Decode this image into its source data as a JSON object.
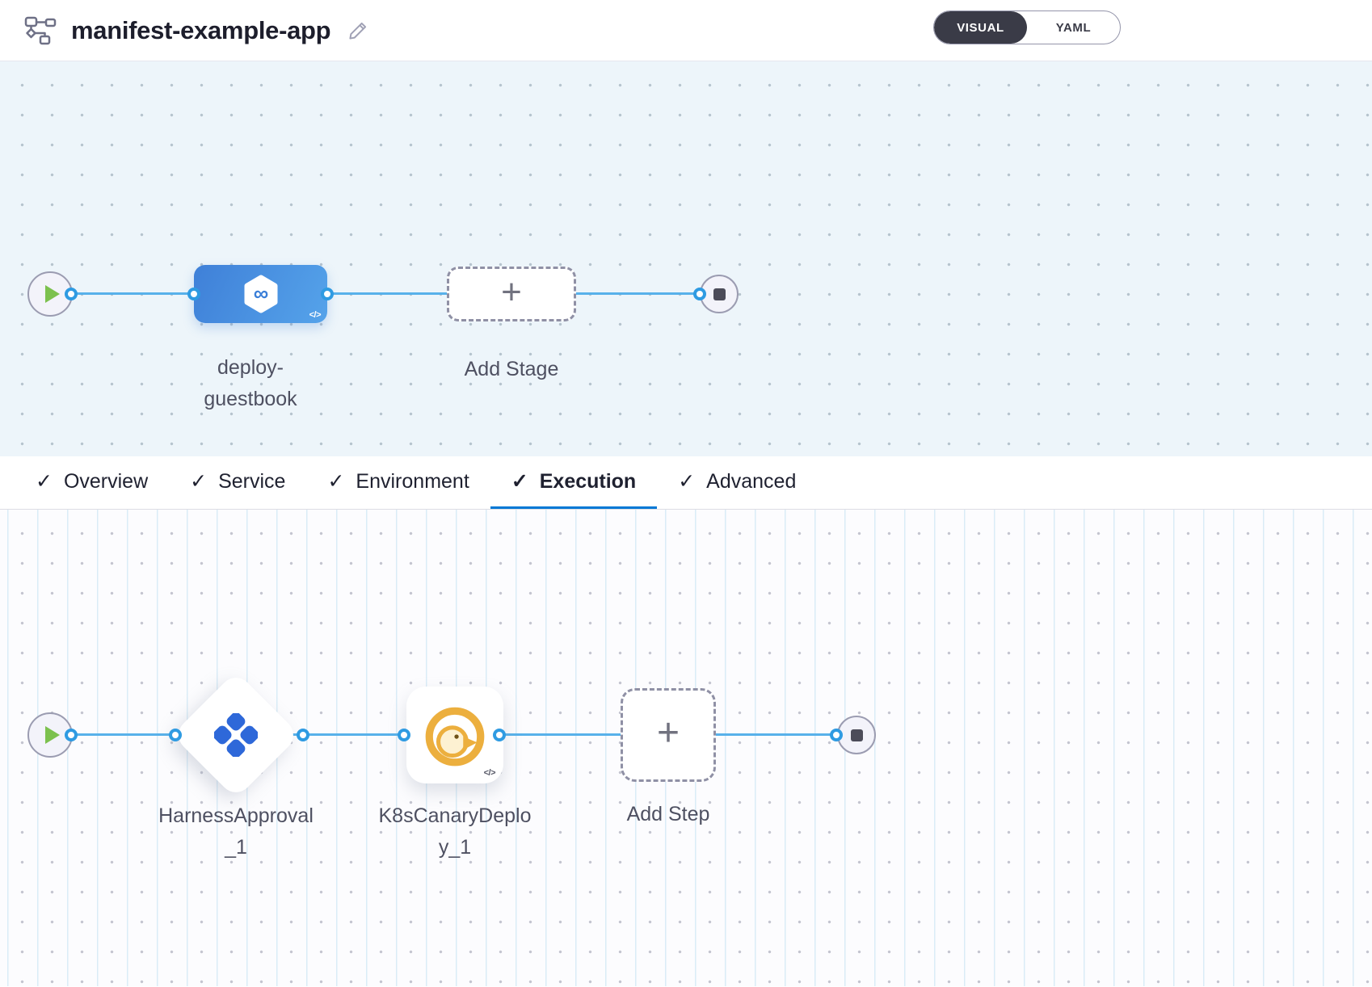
{
  "header": {
    "title": "manifest-example-app",
    "toggle": {
      "options": [
        "VISUAL",
        "YAML"
      ],
      "selected": "VISUAL"
    }
  },
  "pipeline": {
    "stage": {
      "label": "deploy-guestbook",
      "code_badge": "</>"
    },
    "add_stage_label": "Add Stage"
  },
  "tabs": [
    {
      "label": "Overview",
      "active": false
    },
    {
      "label": "Service",
      "active": false
    },
    {
      "label": "Environment",
      "active": false
    },
    {
      "label": "Execution",
      "active": true
    },
    {
      "label": "Advanced",
      "active": false
    }
  ],
  "execution": {
    "steps": [
      {
        "label": "HarnessApproval_1",
        "type": "approval"
      },
      {
        "label": "K8sCanaryDeploy_1",
        "type": "canary",
        "code_badge": "</>"
      }
    ],
    "add_step_label": "Add Step"
  },
  "icons": {
    "check": "✓",
    "plus": "+",
    "infinity": "∞"
  },
  "colors": {
    "accent_blue": "#0278d5",
    "edge_blue": "#58b1ea",
    "stage_node_blue": "#4289dd",
    "toggle_dark": "#3a3b47",
    "play_green": "#7cc14e",
    "canary_amber": "#ecaf3e",
    "approval_blue": "#2e68d9"
  }
}
